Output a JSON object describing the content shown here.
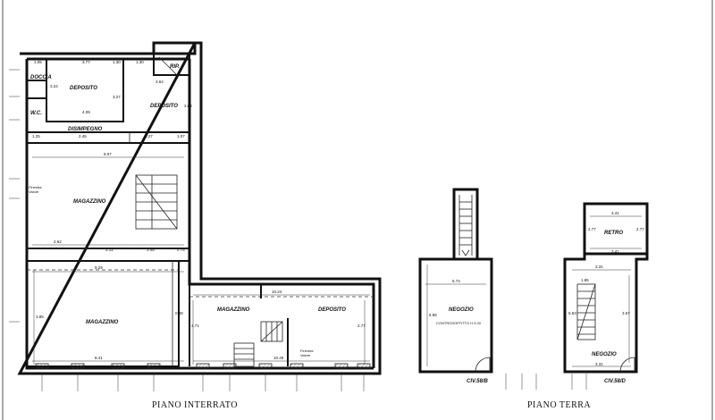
{
  "floors": {
    "basement": {
      "caption": "PIANO INTERRATO",
      "rooms": {
        "doccia": "DOCCIA",
        "wc": "W.C.",
        "deposito_left": "DEPOSITO",
        "deposito_right": "DEPOSITO",
        "rip": "RIP.",
        "disimpegno": "DISIMPEGNO",
        "magazzino_upper": "MAGAZZINO",
        "magazzino_lower": "MAGAZZINO",
        "magazzino_right": "MAGAZZINO",
        "deposito_far_right": "DEPOSITO"
      },
      "dimensions": {
        "d1": "1.05",
        "d2": "3.77",
        "d3": "1.30",
        "d4": "1.30",
        "d5": "3.64",
        "d6": "3.24",
        "d7": "3.27",
        "d8": "4.09",
        "d9": "3.64",
        "d10": "1.25",
        "d11": "2.45",
        "d12": "3.27",
        "d13": "1.07",
        "d14": "9.07",
        "d15": "2.62",
        "d16": "3.11",
        "d17": "3.48",
        "d18": "0.75",
        "d19": "9.29",
        "d20": "10.24",
        "d21": "8.41",
        "d22": "4.71",
        "d23": "3.85",
        "d24": "0.48",
        "d25": "10.40",
        "d26": "2.77"
      },
      "window_note_a": "Finestra",
      "window_note_b": "Valore"
    },
    "ground": {
      "caption": "PIANO TERRA",
      "rooms": {
        "negozio_left": "NEGOZIO",
        "controsoffitto": "CONTROSOFFITTO H.3.00",
        "retro": "RETRO",
        "negozio_right": "NEGOZIO"
      },
      "dimensions": {
        "g1": "6.74",
        "g2": "5.95",
        "g3": "3.41",
        "g4": "2.77",
        "g5": "2.77",
        "g6": "3.41",
        "g7": "3.31",
        "g8": "1.85",
        "g9": "3.57",
        "g10": "5.53",
        "g11": "3.31"
      },
      "civ_left": "CIV.58/B",
      "civ_right": "CIV.58/D"
    }
  }
}
